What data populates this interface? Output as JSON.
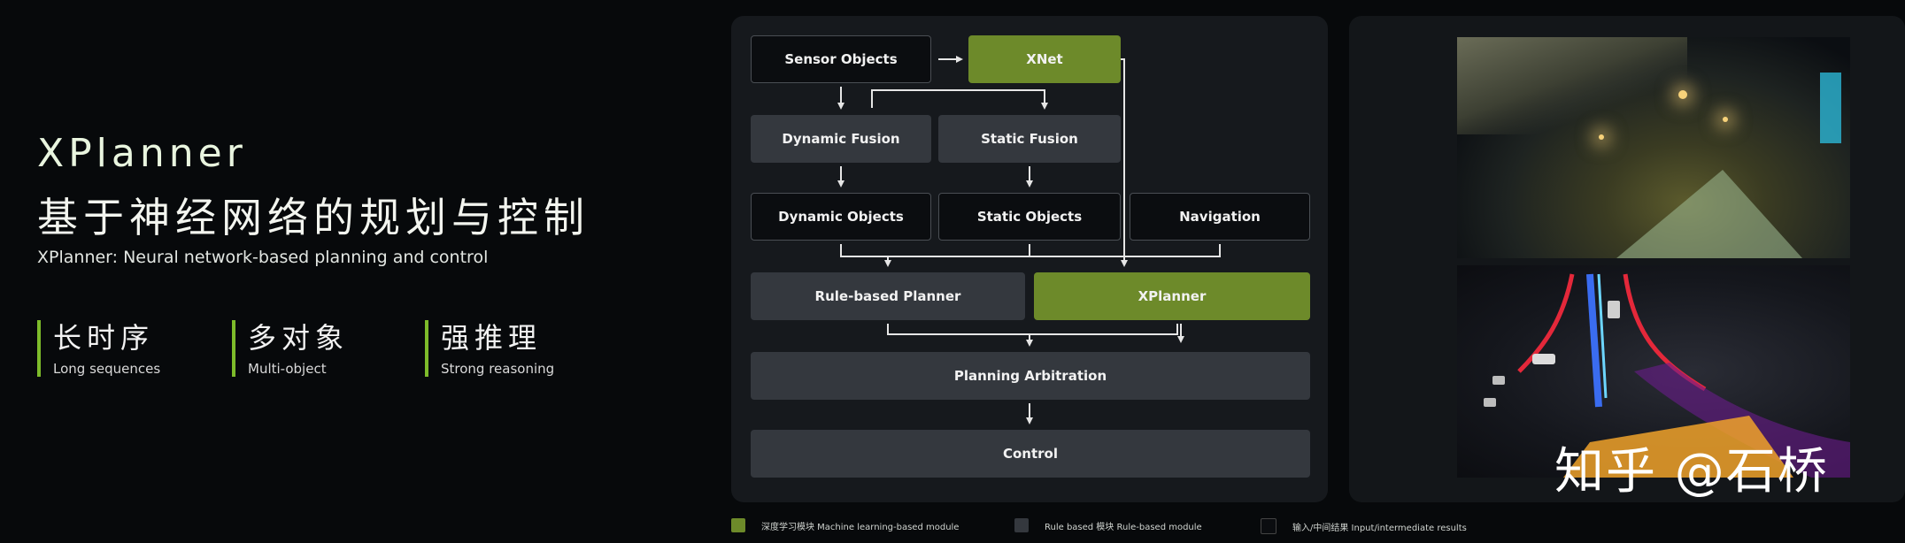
{
  "left": {
    "title": "XPlanner",
    "subtitle_cn": "基于神经网络的规划与控制",
    "subtitle_en": "XPlanner: Neural network-based planning and control",
    "features": [
      {
        "cn": "长时序",
        "en": "Long sequences"
      },
      {
        "cn": "多对象",
        "en": "Multi-object"
      },
      {
        "cn": "强推理",
        "en": "Strong reasoning"
      }
    ]
  },
  "diagram": {
    "nodes": {
      "sensor_objects": "Sensor Objects",
      "xnet": "XNet",
      "dynamic_fusion": "Dynamic Fusion",
      "static_fusion": "Static Fusion",
      "dynamic_objects": "Dynamic Objects",
      "static_objects": "Static Objects",
      "navigation": "Navigation",
      "rule_based_planner": "Rule-based Planner",
      "xplanner": "XPlanner",
      "planning_arbitration": "Planning Arbitration",
      "control": "Control"
    },
    "legend": [
      {
        "label": "深度学习模块 Machine learning-based module",
        "color": "#6d8a2a"
      },
      {
        "label": "Rule based 模块 Rule-based module",
        "color": "#34383e"
      },
      {
        "label": "输入/中间结果 Input/intermediate results",
        "color": "#0b0d10"
      }
    ]
  },
  "watermark": "知乎 @石桥",
  "colors": {
    "accent": "#7dbb2a",
    "ml_module": "#6d8a2a",
    "rule_module": "#34383e"
  }
}
